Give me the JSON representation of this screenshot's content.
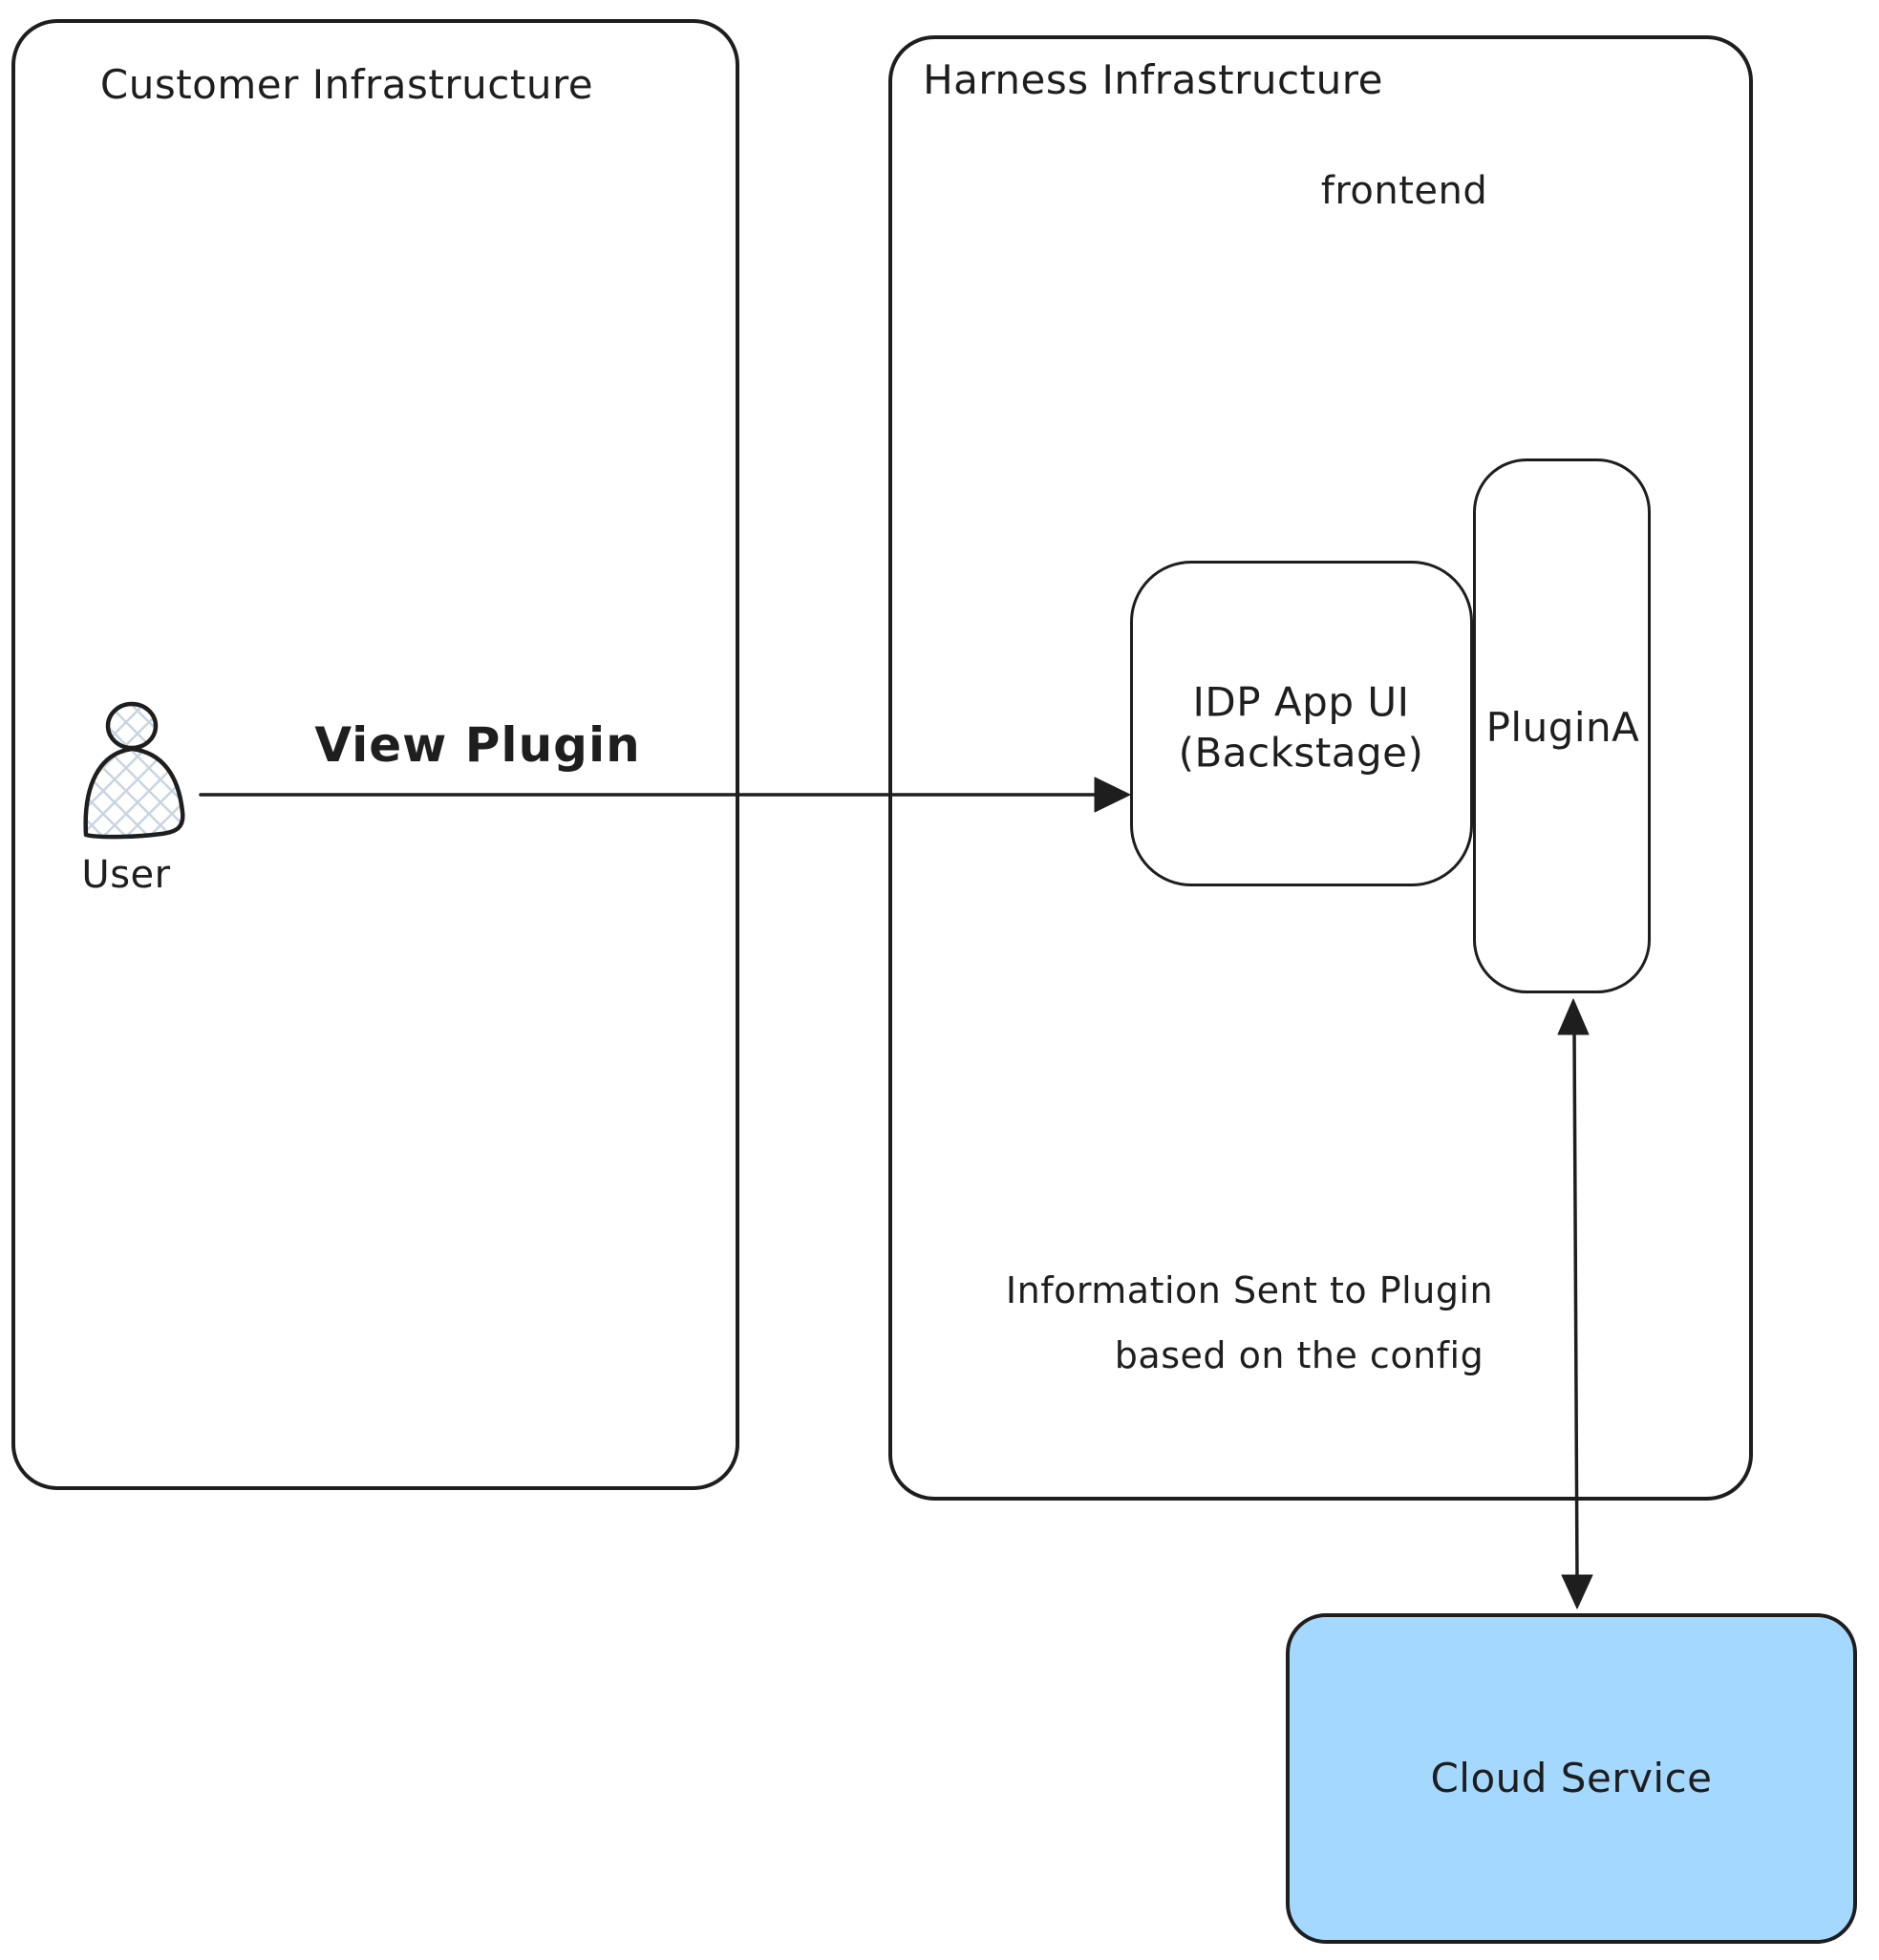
{
  "colors": {
    "stroke": "#1e1e1e",
    "cloud_fill": "#a5d8ff",
    "hatch": "#c9d5e0",
    "background": "#ffffff"
  },
  "containers": {
    "customer": {
      "title": "Customer Infrastructure"
    },
    "harness": {
      "title": "Harness Infrastructure",
      "sublabel": "frontend"
    }
  },
  "nodes": {
    "user": {
      "label": "User"
    },
    "idp_app": {
      "label_line1": "IDP App UI",
      "label_line2": "(Backstage)"
    },
    "plugin_a": {
      "label": "PluginA"
    },
    "cloud_service": {
      "label": "Cloud Service"
    }
  },
  "edges": {
    "view_plugin": {
      "label": "View Plugin"
    },
    "info_to_plugin": {
      "label_line1": "Information Sent to Plugin",
      "label_line2": "based on the config"
    }
  }
}
